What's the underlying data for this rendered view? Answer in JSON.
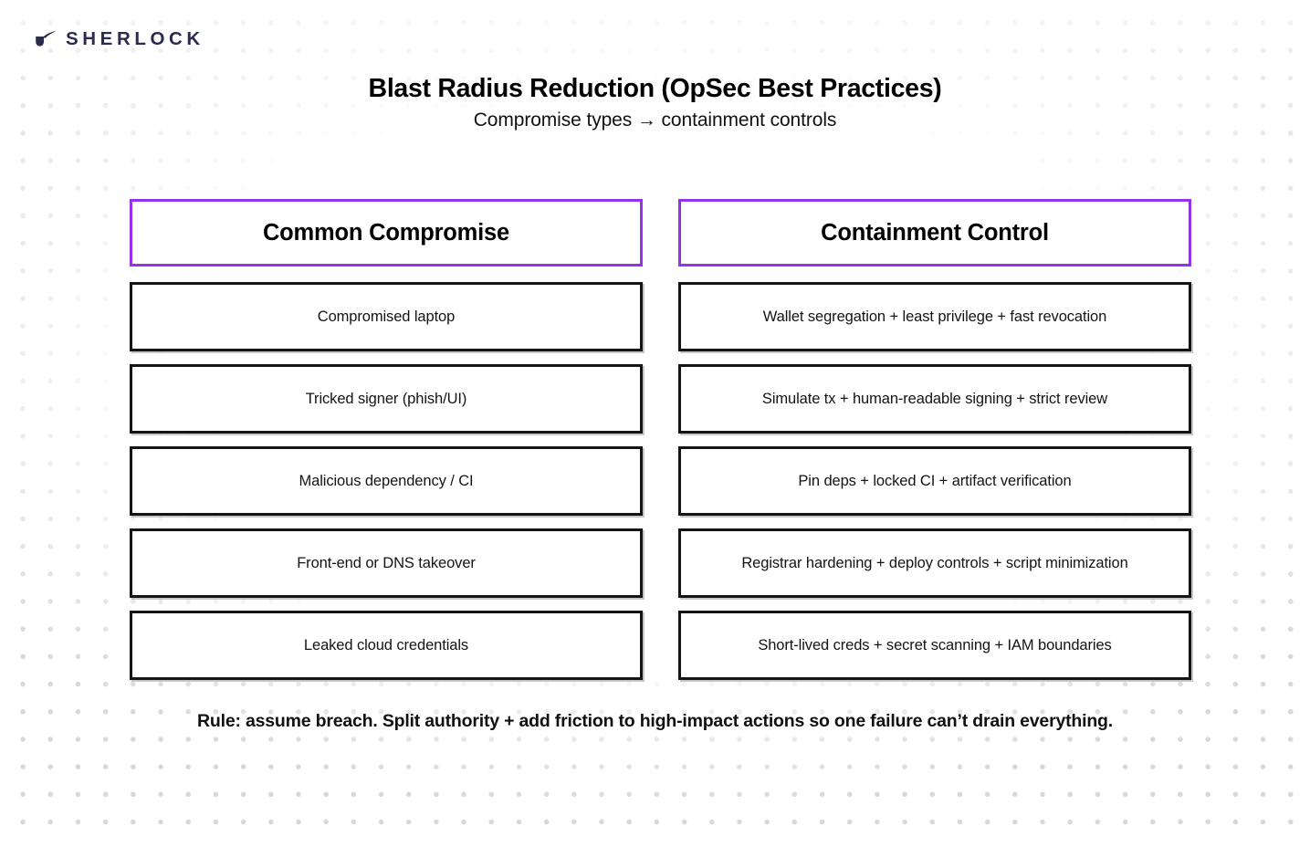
{
  "brand": {
    "wordmark": "SHERLOCK",
    "icon": "pipe-icon",
    "color": "#2b2b4d"
  },
  "header": {
    "title": "Blast Radius Reduction (OpSec Best Practices)",
    "subtitle": "Compromise types → containment controls"
  },
  "theme": {
    "accent": "#9333ea",
    "border": "#141414",
    "dot": "#d4d4d8",
    "background": "#ffffff"
  },
  "table": {
    "columns": [
      {
        "label": "Common Compromise"
      },
      {
        "label": "Containment Control"
      }
    ],
    "rows": [
      {
        "compromise": "Compromised laptop",
        "control": "Wallet segregation + least privilege + fast revocation"
      },
      {
        "compromise": "Tricked signer (phish/UI)",
        "control": "Simulate tx + human-readable signing + strict review"
      },
      {
        "compromise": "Malicious dependency / CI",
        "control": "Pin deps + locked CI + artifact verification"
      },
      {
        "compromise": "Front-end or DNS takeover",
        "control": "Registrar hardening + deploy controls + script minimization"
      },
      {
        "compromise": "Leaked cloud credentials",
        "control": "Short-lived creds + secret scanning + IAM boundaries"
      }
    ]
  },
  "footer": {
    "rule": "Rule: assume breach. Split authority + add friction to high-impact actions so one failure can’t drain everything."
  }
}
